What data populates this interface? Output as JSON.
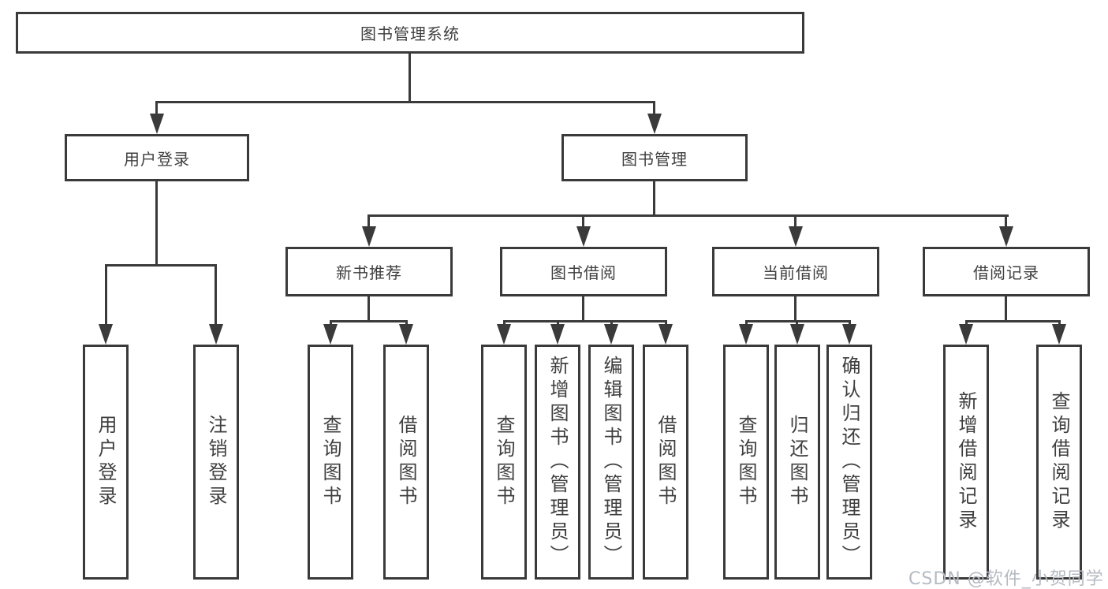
{
  "colors": {
    "line": "#3a3a3a",
    "text": "#3f3f3f",
    "bg": "#ffffff",
    "wm": "#b5bac2"
  },
  "nodes": {
    "root": "图书管理系统",
    "user_login": "用户登录",
    "book_mgmt": "图书管理",
    "new_book_rec": "新书推荐",
    "book_borrow": "图书借阅",
    "current_borrow": "当前借阅",
    "borrow_record": "借阅记录",
    "leaves": {
      "user_login": [
        "用户登录",
        "注销登录"
      ],
      "new_book_rec": [
        "查询图书",
        "借阅图书"
      ],
      "book_borrow": [
        "查询图书",
        "新增图书（管理员）",
        "编辑图书（管理员）",
        "借阅图书"
      ],
      "current_borrow": [
        "查询图书",
        "归还图书",
        "确认归还（管理员）"
      ],
      "borrow_record": [
        "新增借阅记录",
        "查询借阅记录"
      ]
    }
  },
  "watermark": "CSDN @软件_小贺同学"
}
